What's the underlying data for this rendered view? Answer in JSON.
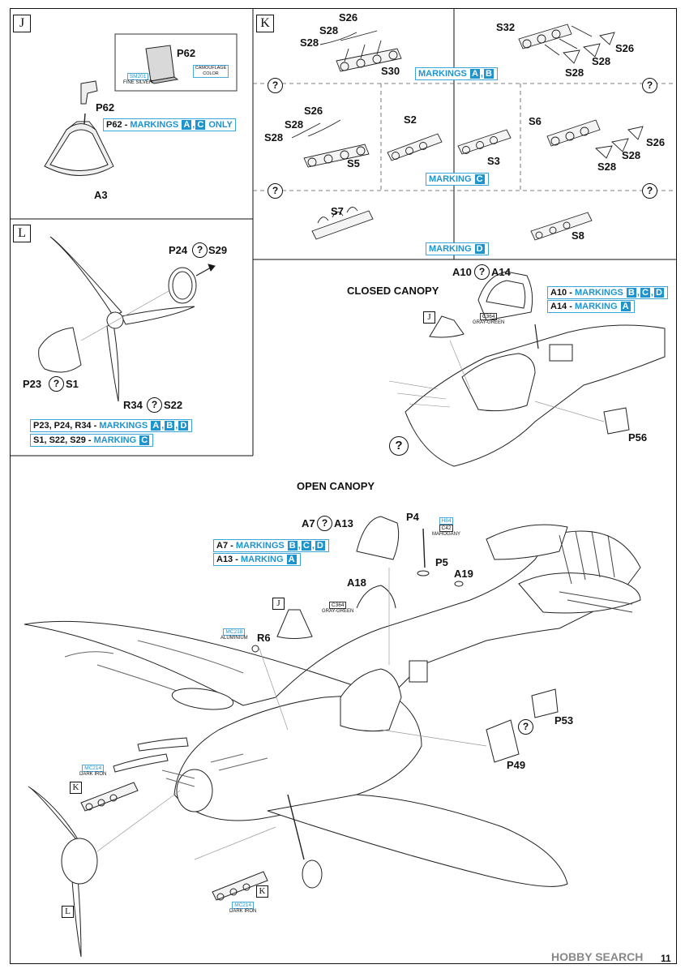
{
  "steps": {
    "j": "J",
    "k": "K",
    "l": "L"
  },
  "stepJ": {
    "p62_top": "P62",
    "sm201": "SM201",
    "fine_silver": "FINE SILVER",
    "camouflage": "CAMOUFLAGE COLOR",
    "p62": "P62",
    "a3": "A3",
    "note": {
      "prefix": "P62 - ",
      "word": "MARKINGS ",
      "a": "A",
      "c": "C",
      "suffix": " ONLY"
    }
  },
  "stepK": {
    "g1": {
      "s26": "S26",
      "s28a": "S28",
      "s28b": "S28",
      "s30": "S30"
    },
    "g2": {
      "s32": "S32",
      "s26": "S26",
      "s28a": "S28",
      "s28b": "S28"
    },
    "g3": {
      "s26": "S26",
      "s28a": "S28",
      "s28b": "S28",
      "s5": "S5"
    },
    "g4": {
      "s2": "S2",
      "s3": "S3"
    },
    "g5": {
      "s6": "S6",
      "s26": "S26",
      "s28a": "S28",
      "s28b": "S28"
    },
    "g6": {
      "s7": "S7"
    },
    "g7": {
      "s8": "S8"
    },
    "mark_ab": {
      "word": "MARKINGS",
      "a": "A",
      "b": "B"
    },
    "mark_c": {
      "word": "MARKING",
      "c": "C"
    },
    "mark_d": {
      "word": "MARKING",
      "d": "D"
    }
  },
  "stepL": {
    "p24": "P24",
    "s29": "S29",
    "p23": "P23",
    "s1": "S1",
    "r34": "R34",
    "s22": "S22",
    "note1": {
      "prefix": "P23, P24, R34 - ",
      "word": "MARKINGS",
      "a": "A",
      "b": "B",
      "d": "D"
    },
    "note2": {
      "prefix": "S1, S22, S29 - ",
      "word": "MARKING",
      "c": "C"
    }
  },
  "closed": {
    "title": "CLOSED CANOPY",
    "a10": "A10",
    "a14": "A14",
    "j": "J",
    "c364": "C364",
    "gray_green": "GRAY-GREEN",
    "p56": "P56",
    "note1": {
      "prefix": "A10 - ",
      "word": "MARKINGS",
      "b": "B",
      "c": "C",
      "d": "D"
    },
    "note2": {
      "prefix": "A14 - ",
      "word": "MARKING",
      "a": "A"
    }
  },
  "open": {
    "title": "OPEN CANOPY",
    "a7": "A7",
    "a13": "A13",
    "p4": "P4",
    "p5": "P5",
    "a18": "A18",
    "a19": "A19",
    "h84": "H84",
    "c42": "C42",
    "mahogany": "MAHOGANY",
    "c364": "C364",
    "gray_green": "GRAY-GREEN",
    "j": "J",
    "r6": "R6",
    "mc218": "MC218",
    "aluminium": "ALUMINIUM",
    "mc214a": "MC214",
    "dark_iron_a": "DARK IRON",
    "mc214b": "MC214",
    "dark_iron_b": "DARK IRON",
    "k1": "K",
    "k2": "K",
    "l": "L",
    "p53": "P53",
    "p49": "P49",
    "note1": {
      "prefix": "A7 - ",
      "word": "MARKINGS",
      "b": "B",
      "c": "C",
      "d": "D"
    },
    "note2": {
      "prefix": "A13 - ",
      "word": "MARKING",
      "a": "A"
    }
  },
  "q": "?",
  "watermark": "HOBBY SEARCH",
  "page_number": "11",
  "colors": {
    "accent": "#1e94cf"
  }
}
